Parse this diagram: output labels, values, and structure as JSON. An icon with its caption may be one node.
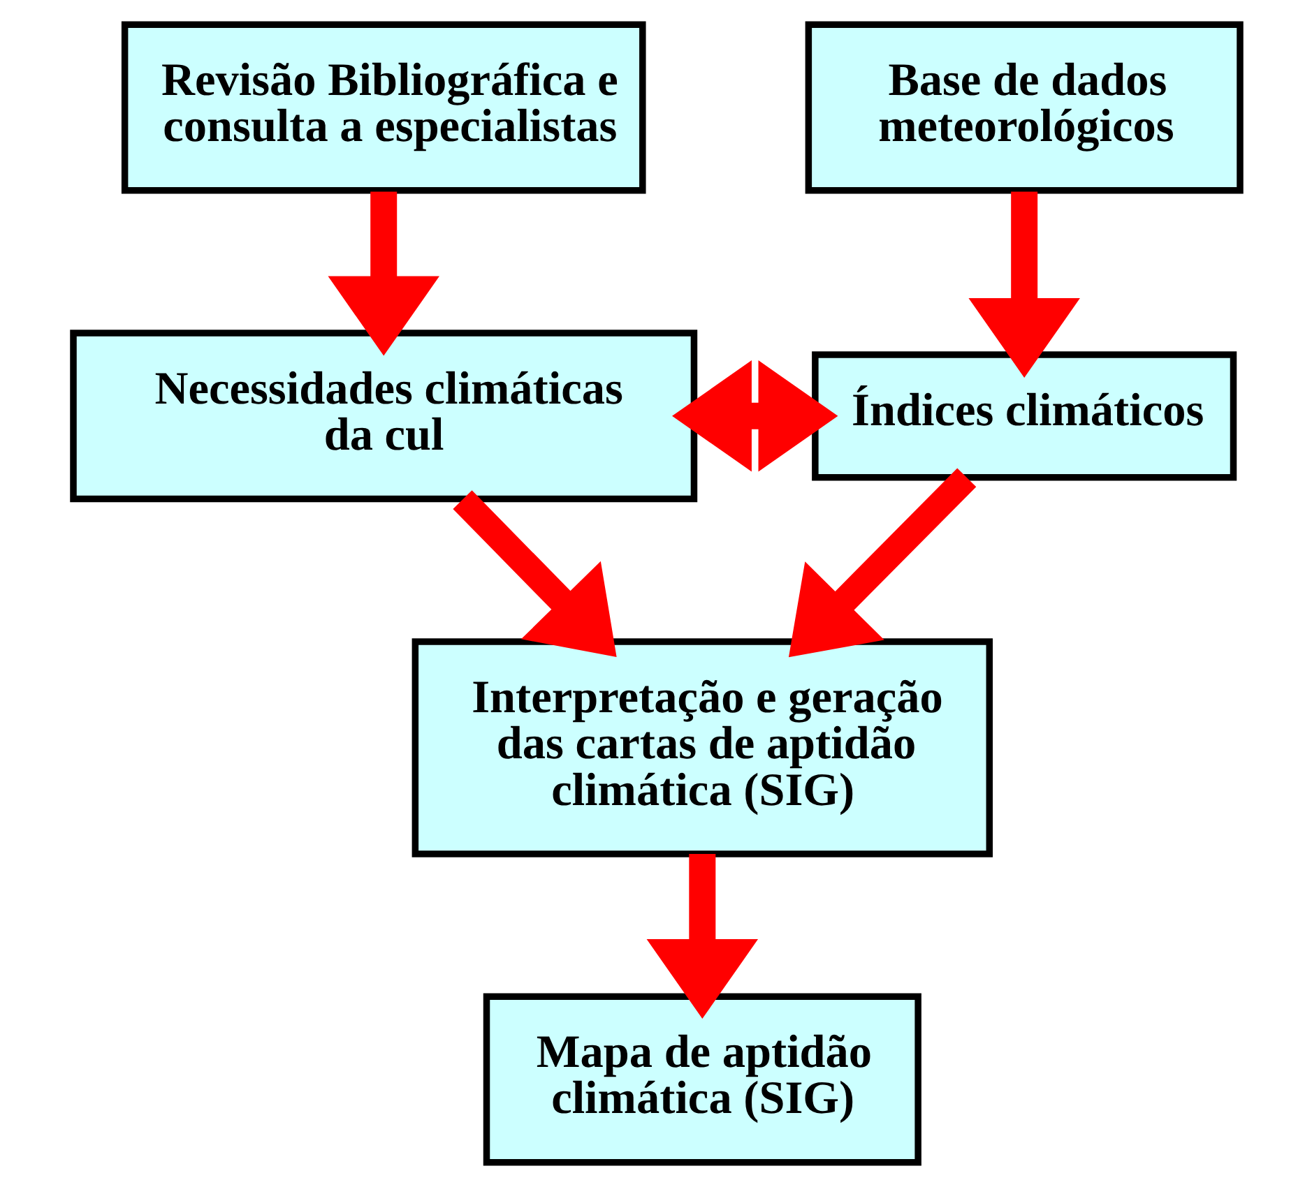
{
  "diagram": {
    "nodes": [
      {
        "text": [
          "Revisão Bibliográfica e consulta a especialistas"
        ]
      },
      {
        "text": [
          "Base de dados meteorológicos"
        ]
      },
      {
        "text": [
          "Necessidades climáticas da cul"
        ]
      },
      {
        "text": [
          "Índices climáticos"
        ]
      },
      {
        "text": [
          "Interpretação e geração das cartas de aptidão climática (SIG)"
        ]
      },
      {
        "text": [
          "Mapa de aptidão climática (SIG)"
        ]
      }
    ],
    "edges": [
      {
        "from": 0,
        "to": 2,
        "arrow": "to"
      },
      {
        "from": 1,
        "to": 3,
        "arrow": "to"
      },
      {
        "from": 2,
        "to": 3,
        "arrow": "both"
      },
      {
        "from": 2,
        "to": 4,
        "arrow": "to"
      },
      {
        "from": 3,
        "to": 4,
        "arrow": "to"
      },
      {
        "from": 4,
        "to": 5,
        "arrow": "to"
      }
    ]
  }
}
